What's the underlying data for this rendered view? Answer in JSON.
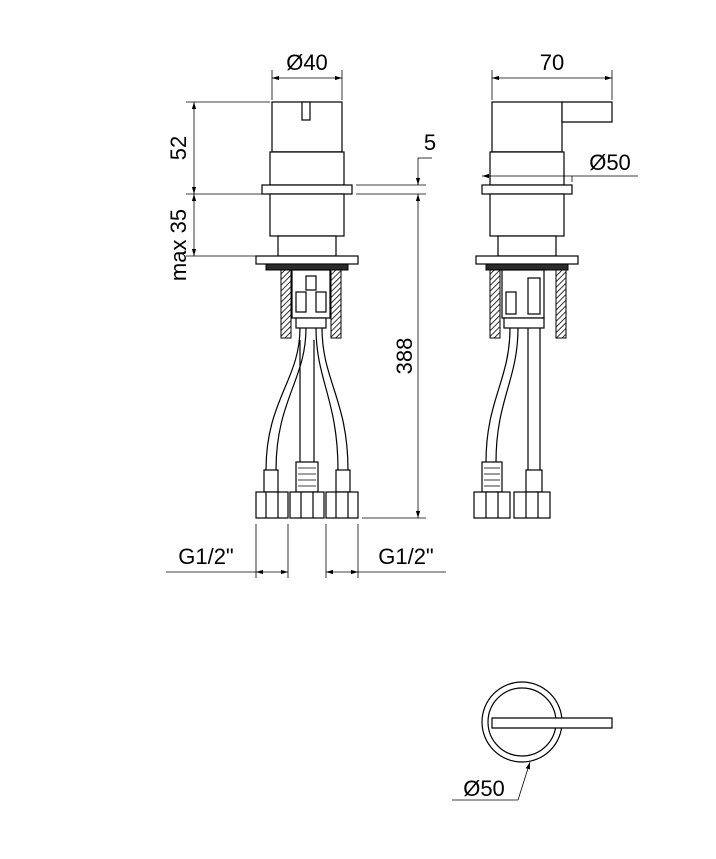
{
  "dimensions": {
    "diameter_top": "Ø40",
    "width_side": "70",
    "height_head": "52",
    "height_max": "max 35",
    "offset_small": "5",
    "diameter_side": "Ø50",
    "total_length": "388",
    "thread_left": "G1/2\"",
    "thread_right": "G1/2\"",
    "diameter_bottom": "Ø50"
  },
  "colors": {
    "line": "#000000",
    "background": "#ffffff",
    "fill_dark": "#2b2b2b"
  }
}
